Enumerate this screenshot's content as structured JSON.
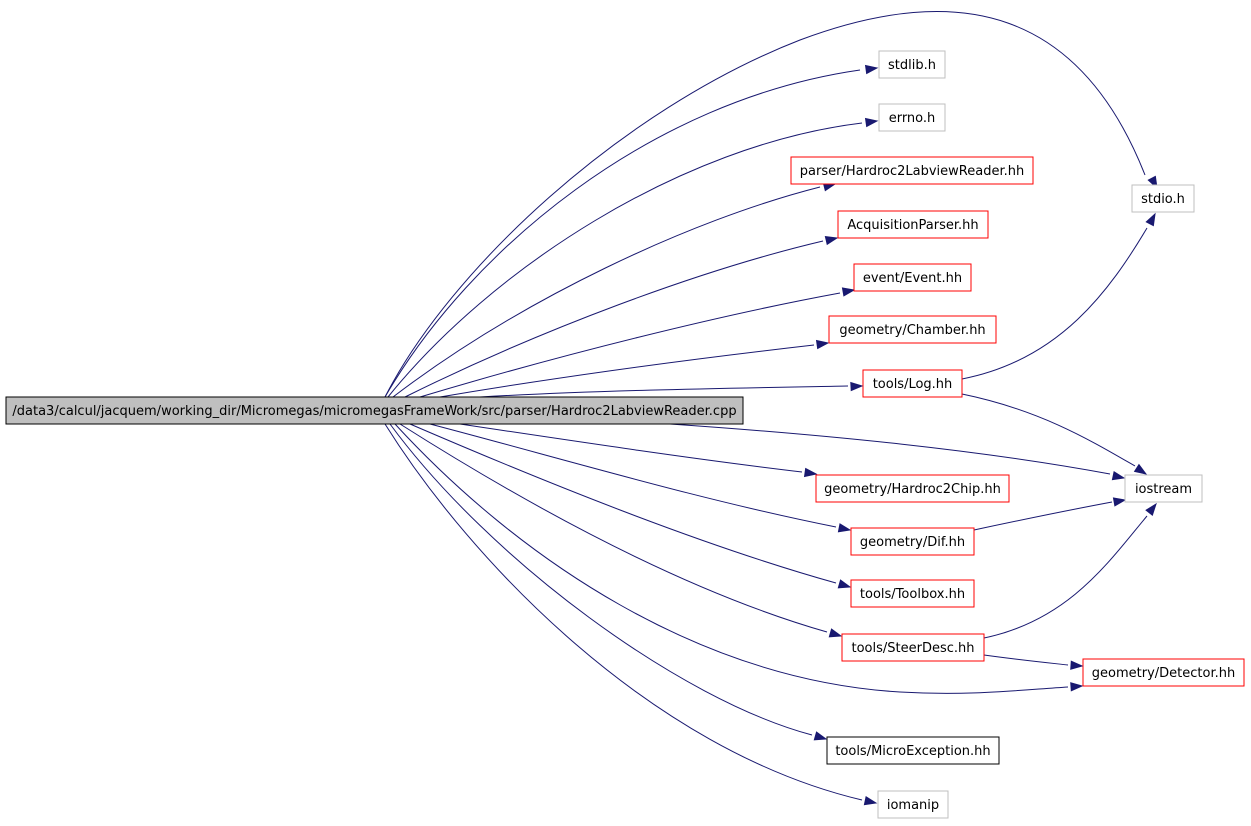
{
  "colors": {
    "edge": "#191970",
    "root_fill": "#bfbfbf",
    "red_border": "#ff0000",
    "grey_border": "#bfbfbf",
    "black_border": "#000000"
  },
  "nodes": {
    "root": {
      "label": "/data3/calcul/jacquem/working_dir/Micromegas/micromegasFrameWork/src/parser/Hardroc2LabviewReader.cpp",
      "style": "root"
    },
    "stdlib": {
      "label": "stdlib.h",
      "style": "grey"
    },
    "errno": {
      "label": "errno.h",
      "style": "grey"
    },
    "hardroc2reader_hh": {
      "label": "parser/Hardroc2LabviewReader.hh",
      "style": "red"
    },
    "acquisition_parser": {
      "label": "AcquisitionParser.hh",
      "style": "red"
    },
    "event": {
      "label": "event/Event.hh",
      "style": "red"
    },
    "chamber": {
      "label": "geometry/Chamber.hh",
      "style": "red"
    },
    "log": {
      "label": "tools/Log.hh",
      "style": "red"
    },
    "stdio": {
      "label": "stdio.h",
      "style": "grey"
    },
    "iostream": {
      "label": "iostream",
      "style": "grey"
    },
    "hardroc2chip": {
      "label": "geometry/Hardroc2Chip.hh",
      "style": "red"
    },
    "dif": {
      "label": "geometry/Dif.hh",
      "style": "red"
    },
    "toolbox": {
      "label": "tools/Toolbox.hh",
      "style": "red"
    },
    "steerdesc": {
      "label": "tools/SteerDesc.hh",
      "style": "red"
    },
    "detector": {
      "label": "geometry/Detector.hh",
      "style": "red"
    },
    "microexception": {
      "label": "tools/MicroException.hh",
      "style": "black"
    },
    "iomanip": {
      "label": "iomanip",
      "style": "grey"
    }
  },
  "edges": [
    [
      "root",
      "stdio"
    ],
    [
      "root",
      "stdlib"
    ],
    [
      "root",
      "errno"
    ],
    [
      "root",
      "hardroc2reader_hh"
    ],
    [
      "root",
      "acquisition_parser"
    ],
    [
      "root",
      "event"
    ],
    [
      "root",
      "chamber"
    ],
    [
      "root",
      "log"
    ],
    [
      "root",
      "iostream"
    ],
    [
      "root",
      "hardroc2chip"
    ],
    [
      "root",
      "dif"
    ],
    [
      "root",
      "toolbox"
    ],
    [
      "root",
      "steerdesc"
    ],
    [
      "root",
      "detector"
    ],
    [
      "root",
      "microexception"
    ],
    [
      "root",
      "iomanip"
    ],
    [
      "log",
      "stdio"
    ],
    [
      "log",
      "iostream"
    ],
    [
      "dif",
      "iostream"
    ],
    [
      "steerdesc",
      "iostream"
    ],
    [
      "steerdesc",
      "detector"
    ]
  ]
}
